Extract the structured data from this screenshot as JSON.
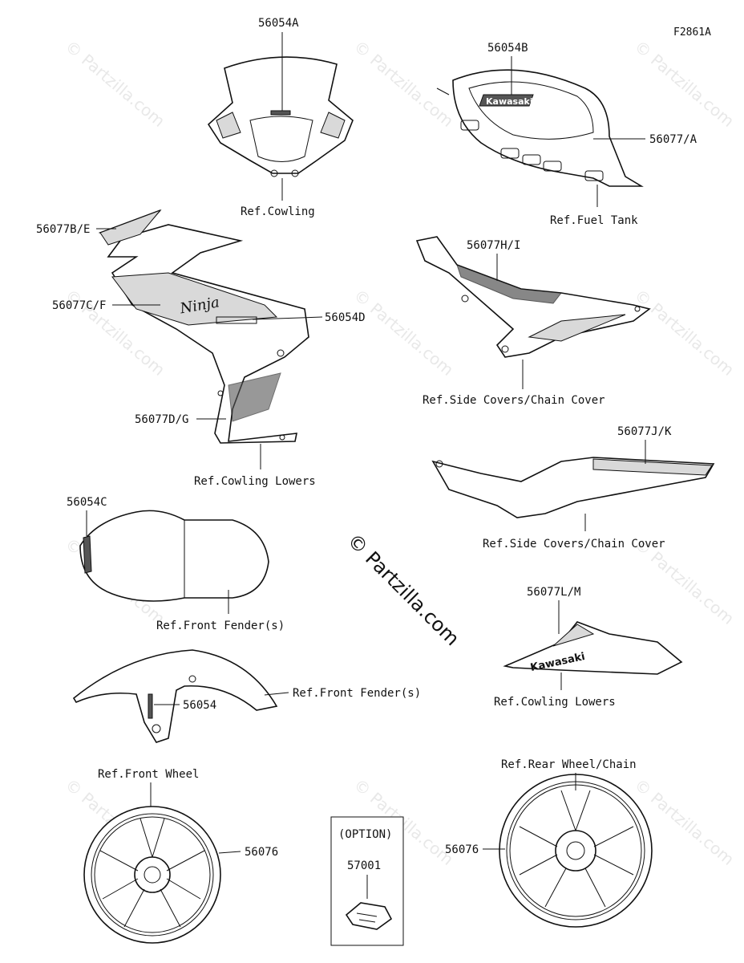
{
  "figure_code": "F2861A",
  "watermark": "© Partzilla.com",
  "labels": {
    "p56054A": "56054A",
    "ref_cowling": "Ref.Cowling",
    "p56054B": "56054B",
    "p56077A": "56077/A",
    "ref_fuel_tank": "Ref.Fuel Tank",
    "p56077BE": "56077B/E",
    "p56077CF": "56077C/F",
    "p56054D": "56054D",
    "p56077DG": "56077D/G",
    "ref_cowling_lowers_1": "Ref.Cowling Lowers",
    "p56077HI": "56077H/I",
    "ref_side_covers_1": "Ref.Side Covers/Chain Cover",
    "p56077JK": "56077J/K",
    "ref_side_covers_2": "Ref.Side Covers/Chain Cover",
    "p56054C": "56054C",
    "ref_front_fender_1": "Ref.Front Fender(s)",
    "p56077LM": "56077L/M",
    "ref_cowling_lowers_2": "Ref.Cowling Lowers",
    "ref_front_fender_2": "Ref.Front Fender(s)",
    "p56054": "56054",
    "ref_front_wheel": "Ref.Front Wheel",
    "ref_rear_wheel": "Ref.Rear Wheel/Chain",
    "option": "(OPTION)",
    "p57001": "57001",
    "p56076_front": "56076",
    "p56076_rear": "56076"
  },
  "decal_text": {
    "kawasaki": "Kawasaki",
    "ninja": "Ninja"
  }
}
